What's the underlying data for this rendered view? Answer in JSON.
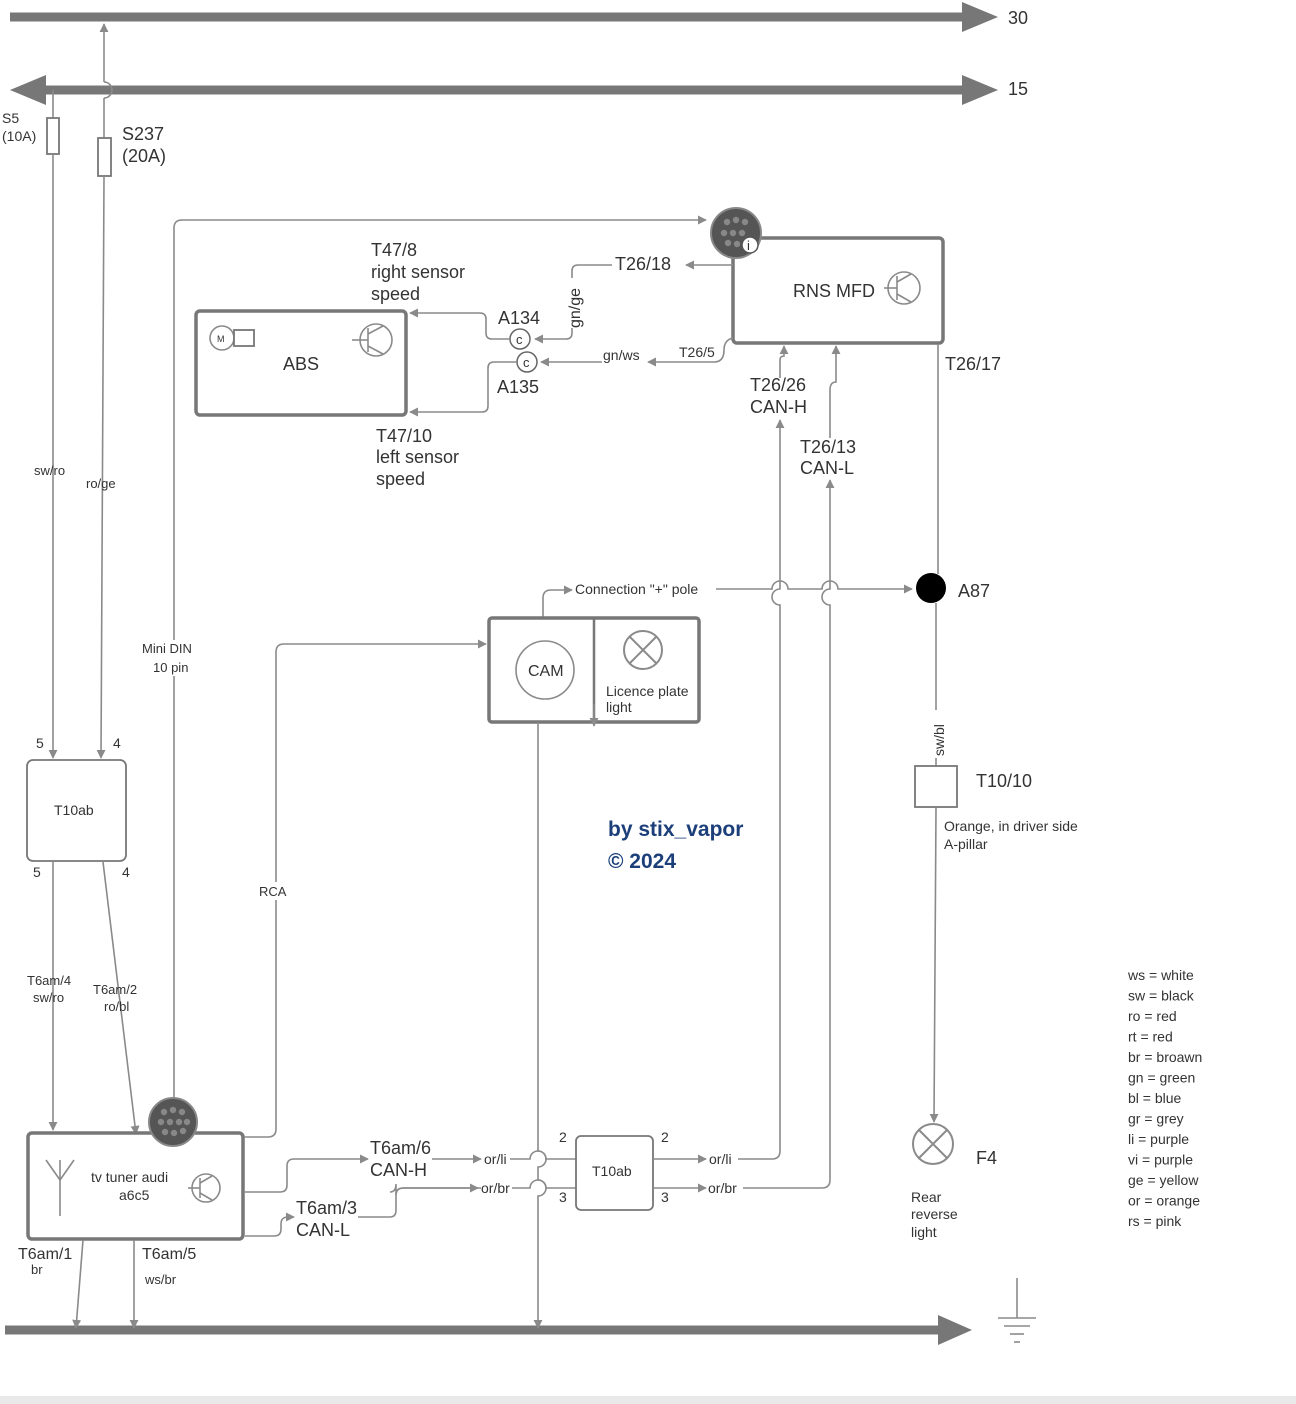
{
  "rails": {
    "r30": "30",
    "r15": "15"
  },
  "fuses": {
    "s5_name": "S5",
    "s5_rating": "(10A)",
    "s237_name": "S237",
    "s237_rating": "(20A)"
  },
  "modules": {
    "rns": "RNS MFD",
    "abs": "ABS",
    "cam": "CAM",
    "licence_line1": "Licence plate",
    "licence_line2": "light",
    "tuner_line1": "tv tuner audi",
    "tuner_line2": "a6c5",
    "t10ab_left": "T10ab",
    "t10ab_mid": "T10ab",
    "rear_line1": "Rear",
    "rear_line2": "reverse",
    "rear_line3": "light"
  },
  "pins": {
    "t26_18": "T26/18",
    "t26_5": "T26/5",
    "t26_26": "T26/26",
    "can_h_rns": "CAN-H",
    "t26_13": "T26/13",
    "can_l_rns": "CAN-L",
    "t26_17": "T26/17",
    "t47_8": "T47/8",
    "right_sensor": "right sensor",
    "right_speed": "speed",
    "t47_10": "T47/10",
    "left_sensor": "left sensor",
    "left_speed": "speed",
    "a134": "A134",
    "a135": "A135",
    "a87": "A87",
    "t10_10": "T10/10",
    "orange_note1": "Orange, in driver side",
    "orange_note2": "A-pillar",
    "f4": "F4",
    "t6am_6": "T6am/6",
    "can_h_tuner": "CAN-H",
    "t6am_3": "T6am/3",
    "can_l_tuner": "CAN-L",
    "t6am_1": "T6am/1",
    "t6am_1_wire": "br",
    "t6am_5": "T6am/5",
    "t6am_5_wire": "ws/br",
    "t6am_4": "T6am/4",
    "t6am_4_wire": "sw/ro",
    "t6am_2": "T6am/2",
    "t6am_2_wire": "ro/bl",
    "pin5_top": "5",
    "pin4_top": "4",
    "pin5_bot": "5",
    "pin4_bot": "4",
    "pin2_left": "2",
    "pin2_right": "2",
    "pin3_left": "3",
    "pin3_right": "3"
  },
  "wires": {
    "sw_ro": "sw/ro",
    "ro_ge": "ro/ge",
    "gn_ge": "gn/ge",
    "gn_ws": "gn/ws",
    "sw_bl": "sw/bl",
    "or_li_left": "or/li",
    "or_br_left": "or/br",
    "or_li_right": "or/li",
    "or_br_right": "or/br",
    "mini_din_line1": "Mini DIN",
    "mini_din_line2": "10 pin",
    "rca": "RCA",
    "connection_plus": "Connection \"+\" pole"
  },
  "connector_marks": {
    "c_letter_a134": "c",
    "c_letter_a135": "c",
    "info_letter": "i",
    "abs_m": "M"
  },
  "credit": {
    "author": "by stix_vapor",
    "year": "© 2024"
  },
  "legend": [
    {
      "text": "ws = white"
    },
    {
      "text": "sw = black"
    },
    {
      "text": "ro = red"
    },
    {
      "text": "rt = red"
    },
    {
      "text": "br = broawn"
    },
    {
      "text": "gn = green"
    },
    {
      "text": "bl = blue"
    },
    {
      "text": "gr = grey"
    },
    {
      "text": "li = purple"
    },
    {
      "text": "vi = purple"
    },
    {
      "text": "ge = yellow"
    },
    {
      "text": "or = orange"
    },
    {
      "text": "rs = pink"
    }
  ],
  "colors": {
    "line": "#8a8a8a",
    "bus": "#777777",
    "credit": "#1c3f7a",
    "node": "#000000"
  },
  "icons": {
    "mini_din_connector": "mini-din-connector-icon",
    "transistor": "transistor-icon",
    "bulb": "bulb-icon",
    "antenna": "antenna-icon",
    "ground": "ground-icon",
    "motor": "motor-icon"
  }
}
